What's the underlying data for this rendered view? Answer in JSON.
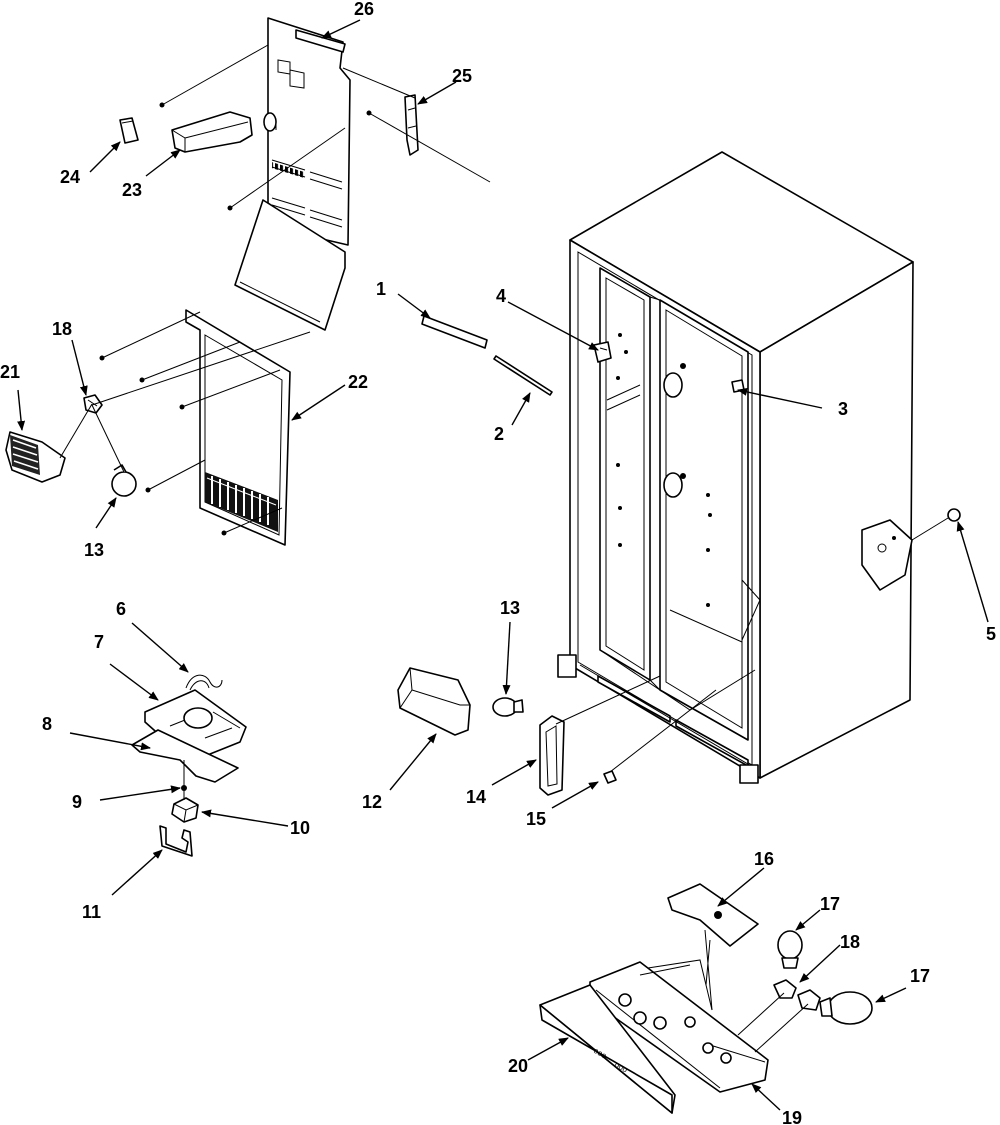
{
  "diagram": {
    "type": "exploded-parts-view",
    "callouts": [
      {
        "id": "c1",
        "text": "1"
      },
      {
        "id": "c2",
        "text": "2"
      },
      {
        "id": "c3",
        "text": "3"
      },
      {
        "id": "c4",
        "text": "4"
      },
      {
        "id": "c5",
        "text": "5"
      },
      {
        "id": "c6",
        "text": "6"
      },
      {
        "id": "c7",
        "text": "7"
      },
      {
        "id": "c8",
        "text": "8"
      },
      {
        "id": "c9",
        "text": "9"
      },
      {
        "id": "c10",
        "text": "10"
      },
      {
        "id": "c11",
        "text": "11"
      },
      {
        "id": "c12",
        "text": "12"
      },
      {
        "id": "c13a",
        "text": "13"
      },
      {
        "id": "c13b",
        "text": "13"
      },
      {
        "id": "c14",
        "text": "14"
      },
      {
        "id": "c15",
        "text": "15"
      },
      {
        "id": "c16",
        "text": "16"
      },
      {
        "id": "c17a",
        "text": "17"
      },
      {
        "id": "c17b",
        "text": "17"
      },
      {
        "id": "c18a",
        "text": "18"
      },
      {
        "id": "c18b",
        "text": "18"
      },
      {
        "id": "c19",
        "text": "19"
      },
      {
        "id": "c20",
        "text": "20"
      },
      {
        "id": "c21",
        "text": "21"
      },
      {
        "id": "c22",
        "text": "22"
      },
      {
        "id": "c23",
        "text": "23"
      },
      {
        "id": "c24",
        "text": "24"
      },
      {
        "id": "c25",
        "text": "25"
      },
      {
        "id": "c26",
        "text": "26"
      }
    ]
  }
}
